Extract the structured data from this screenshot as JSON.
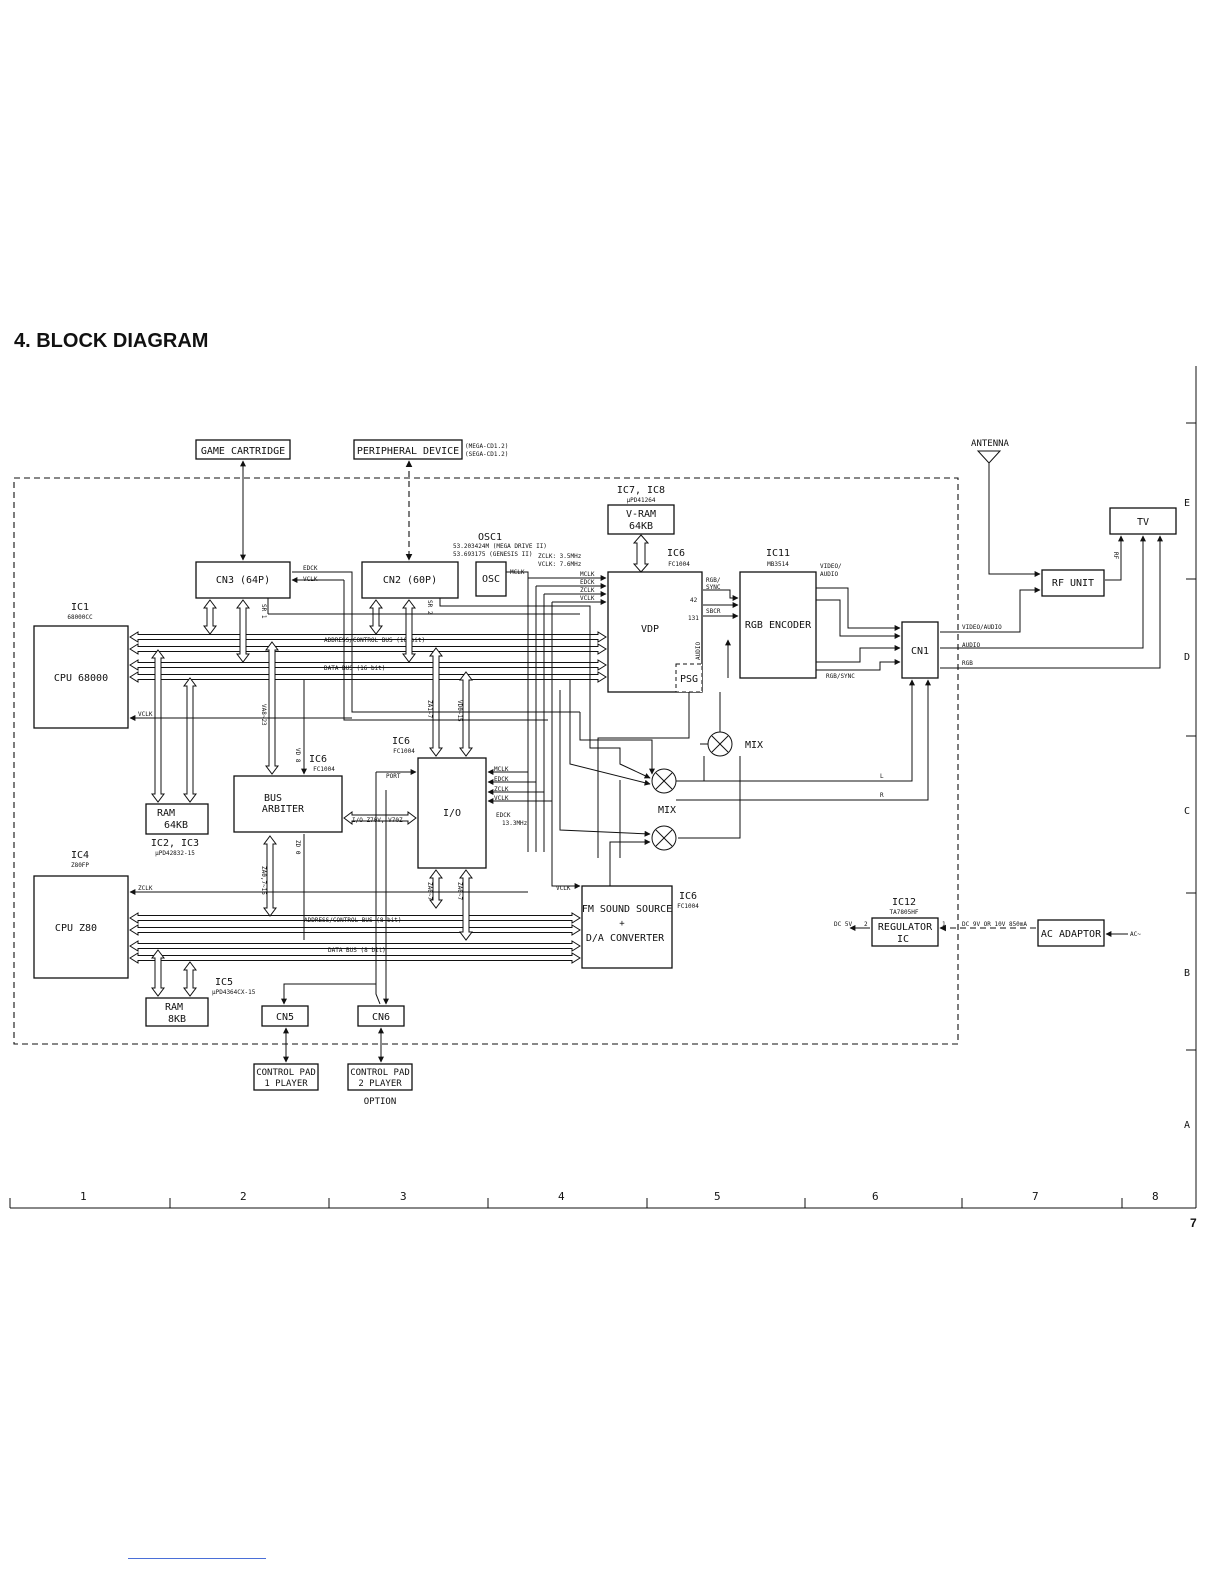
{
  "header": {
    "title": "4. BLOCK DIAGRAM",
    "page_number": "7"
  },
  "blocks": {
    "game_cartridge": "GAME CARTRIDGE",
    "peripheral_device": "PERIPHERAL DEVICE",
    "peripheral_note1": "(MEGA-CD1.2)",
    "peripheral_note2": "(SEGA-CD1.2)",
    "antenna": "ANTENNA",
    "tv": "TV",
    "rf_unit": "RF UNIT",
    "vram_ic": "IC7, IC8",
    "vram_part": "μPD41264",
    "vram_l1": "V-RAM",
    "vram_l2": "64KB",
    "osc_id": "OSC1",
    "osc_f1": "53.203424M (MEGA DRIVE II)",
    "osc_f2": "53.693175 (GENESIS II)",
    "osc_zclk": "ZCLK: 3.5MHz",
    "osc_vclk": "VCLK: 7.6MHz",
    "osc": "OSC",
    "ic6_vdp_id": "IC6",
    "ic6_part": "FC1004",
    "vdp": "VDP",
    "psg": "PSG",
    "ic11_id": "IC11",
    "ic11_part": "MB3514",
    "rgb_encoder": "RGB ENCODER",
    "cn1": "CN1",
    "cn3": "CN3 (64P)",
    "cn2": "CN2 (60P)",
    "ic1_id": "IC1",
    "ic1_part": "68000CC",
    "cpu68000": "CPU 68000",
    "ram64_l1": "RAM",
    "ram64_l2": "64KB",
    "ic2_id": "IC2, IC3",
    "ic2_part": "μPD42832-15",
    "bus_l1": "BUS",
    "bus_l2": "ARBITER",
    "ic6_ba_id": "IC6",
    "ic6_io_id": "IC6",
    "io": "I/O",
    "ic4_id": "IC4",
    "ic4_part": "Z80FP",
    "cpuz80": "CPU Z80",
    "fm_l1": "FM SOUND SOURCE",
    "fm_l2": "+",
    "fm_l3": "D/A CONVERTER",
    "ic6_fm_id": "IC6",
    "ram8_l1": "RAM",
    "ram8_l2": "8KB",
    "ic5_id": "IC5",
    "ic5_part": "μPD4364CX-15",
    "cn5": "CN5",
    "cn6": "CN6",
    "pad1_l1": "CONTROL PAD",
    "pad1_l2": "1 PLAYER",
    "pad2_l1": "CONTROL PAD",
    "pad2_l2": "2 PLAYER",
    "option": "OPTION",
    "mix": "MIX",
    "ic12_id": "IC12",
    "ic12_part": "TA7805HF",
    "reg_l1": "REGULATOR",
    "reg_l2": "IC",
    "ac_adaptor": "AC ADAPTOR"
  },
  "signals": {
    "edck": "EDCK",
    "vclk": "VCLK",
    "mclk": "MCLK",
    "zclk": "ZCLK",
    "sr1": "SR 1",
    "sr2": "SR 2",
    "addr16": "ADDRESS/CONTROL BUS (16 bit)",
    "data16": "DATA BUS (16 bit)",
    "addr8": "ADDRESS/CONTROL BUS (8 bit)",
    "data8": "DATA BUS (8 bit)",
    "va": "VA8~23",
    "vd8": "VD 8",
    "za17": "ZA1~7",
    "vd015": "VD0~15",
    "za715": "ZA0,7~15",
    "zd0": "ZD 0",
    "za07a": "ZA0~7",
    "za07b": "ZA0~7",
    "port": "PORT",
    "io_z": "I/O Z70V, V70Z",
    "edck_freq": "13.3MHz",
    "rgb_sync": "RGB/",
    "rgb_sync2": "SYNC",
    "p42": "42",
    "sbcr": "SBCR",
    "p131": "131",
    "audio": "AUDIO",
    "video_audio": "VIDEO/",
    "video_audio2": "AUDIO",
    "rgb_sync_out": "RGB/SYNC",
    "cn1_va": "VIDEO/AUDIO",
    "cn1_audio": "AUDIO",
    "cn1_rgb": "RGB",
    "rf": "RF",
    "l": "L",
    "r": "R",
    "dc5v": "DC 5V",
    "pin2": "2",
    "pin1": "1",
    "dc_in": "DC 9V OR 10V 850mA",
    "ac_in": "AC~"
  },
  "frame": {
    "rows": [
      "E",
      "D",
      "C",
      "B",
      "A"
    ],
    "cols": [
      "1",
      "2",
      "3",
      "4",
      "5",
      "6",
      "7",
      "8"
    ]
  }
}
